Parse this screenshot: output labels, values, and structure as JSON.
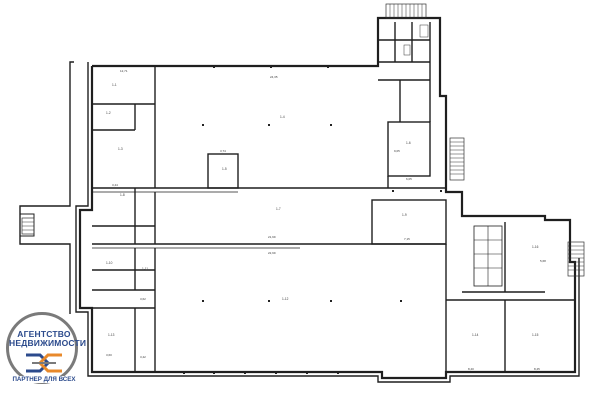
{
  "logo": {
    "line1": "АГЕНТСТВО",
    "line2": "НЕДВИЖИМОСТИ",
    "tagline": "ПАРТНЕР ДЛЯ ВСЕХ",
    "brand_colors": {
      "blue": "#2b4a8c",
      "orange": "#e8892b",
      "gray": "#7a7a7a"
    }
  },
  "plan": {
    "room_labels": [
      "1-1",
      "1-2",
      "1-3",
      "1-4",
      "1-5",
      "1-6",
      "1-7",
      "1-8",
      "1-9",
      "1-10",
      "1-11",
      "1-12",
      "1-13",
      "1-14",
      "1-15",
      "1-16"
    ],
    "dimensions": [
      "12,71",
      "24,35",
      "3,74",
      "3,44",
      "21,99",
      "22,99",
      "7,15",
      "8,45",
      "8,40",
      "3,60",
      "6,05",
      "5,68",
      "9,05",
      "3,42",
      "3,62"
    ]
  }
}
